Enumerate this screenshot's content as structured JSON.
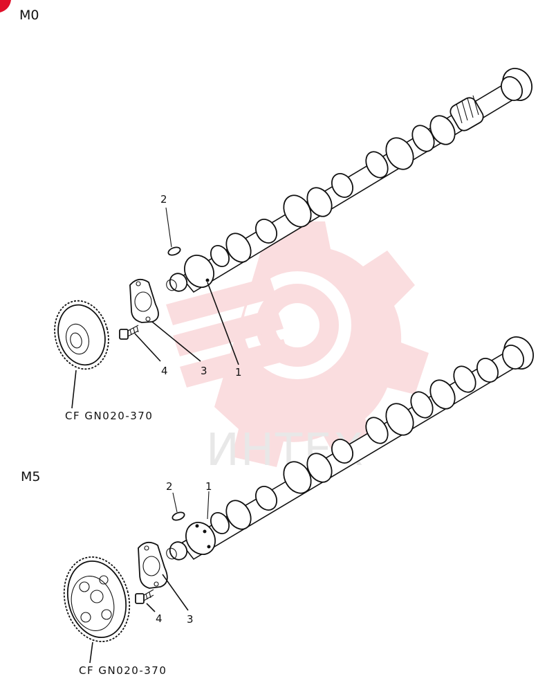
{
  "sections": [
    {
      "label": "M0",
      "callouts": {
        "p1": "1",
        "p2": "2",
        "p3": "3",
        "p4": "4"
      },
      "reference": "CF  GN020-370"
    },
    {
      "label": "M5",
      "callouts": {
        "p1": "1",
        "p2": "2",
        "p3": "3",
        "p4": "4"
      },
      "reference": "CF  GN020-370"
    }
  ],
  "watermark": {
    "text": "ИНТЕХ",
    "color": "#f4b8bc"
  },
  "corner_mark_color": "#e0102a"
}
